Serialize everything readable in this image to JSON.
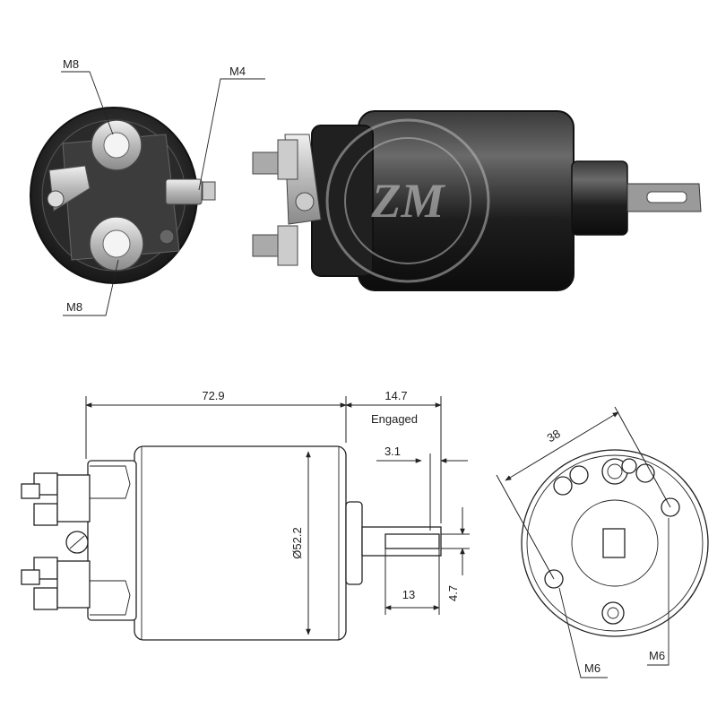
{
  "photo_views": {
    "end_view": {
      "callouts": {
        "top_terminal": "M8",
        "bottom_terminal": "M8",
        "small_terminal": "M4"
      }
    },
    "side_view": {
      "logo_text": "ZM"
    }
  },
  "drawings": {
    "side_view": {
      "length": "72.9",
      "stroke": "14.7",
      "stroke_note": "Engaged",
      "plunger_step": "3.1",
      "body_diameter": "Ø52.2",
      "plunger_length": "13",
      "slot_width": "4.7"
    },
    "end_view": {
      "bolt_spacing": "38",
      "hole_left": "M6",
      "hole_right": "M6"
    }
  },
  "colors": {
    "line": "#222222",
    "body_dark": "#1c1c1c",
    "metal": "#c8c8c8",
    "background": "#ffffff"
  }
}
